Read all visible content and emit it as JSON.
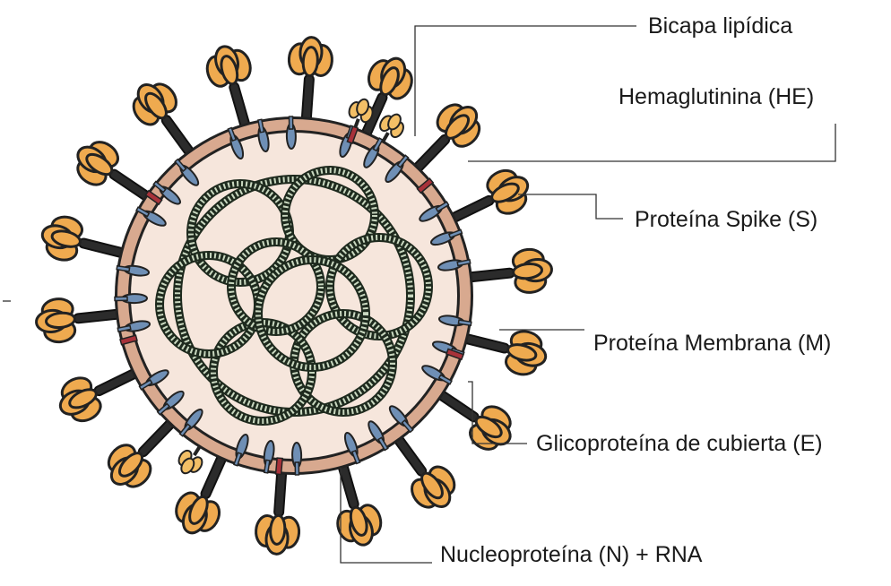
{
  "diagram": {
    "labels": {
      "lipid_bilayer": "Bicapa lipídica",
      "hemagglutinin": "Hemaglutinina (HE)",
      "spike": "Proteína Spike (S)",
      "membrane": "Proteína Membrana (M)",
      "envelope": "Glicoproteína de cubierta (E)",
      "nucleoprotein": "Nucleoproteína (N) + RNA"
    },
    "colors": {
      "envelope_fill": "#d8a98f",
      "interior_fill": "#f6e6dc",
      "spike_head": "#efaa4f",
      "stalk": "#2b2b2b",
      "membrane_protein": "#6f8fb5",
      "envelope_protein": "#a8323a",
      "he_protein": "#f3bf66",
      "rna_coil": "#2f3a2f",
      "leader_line": "#333333"
    }
  }
}
